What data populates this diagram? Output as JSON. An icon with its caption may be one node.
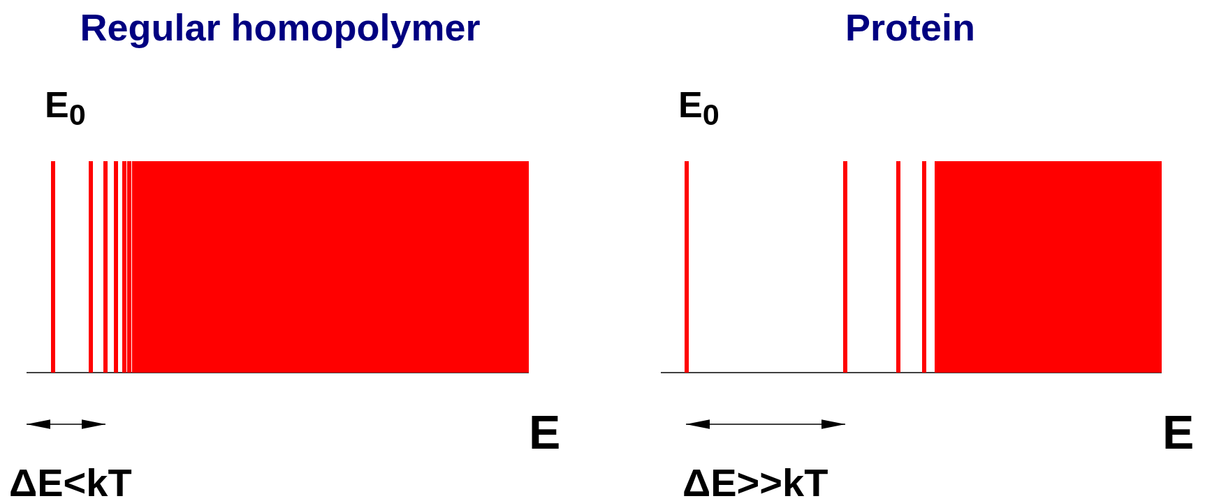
{
  "diagram": {
    "labels": [
      "Regular homopolymer",
      "Protein",
      "E$_{0}$",
      "E$_{0}$",
      "E",
      "E",
      "ΔE<kT",
      "ΔE>>kT"
    ]
  }
}
